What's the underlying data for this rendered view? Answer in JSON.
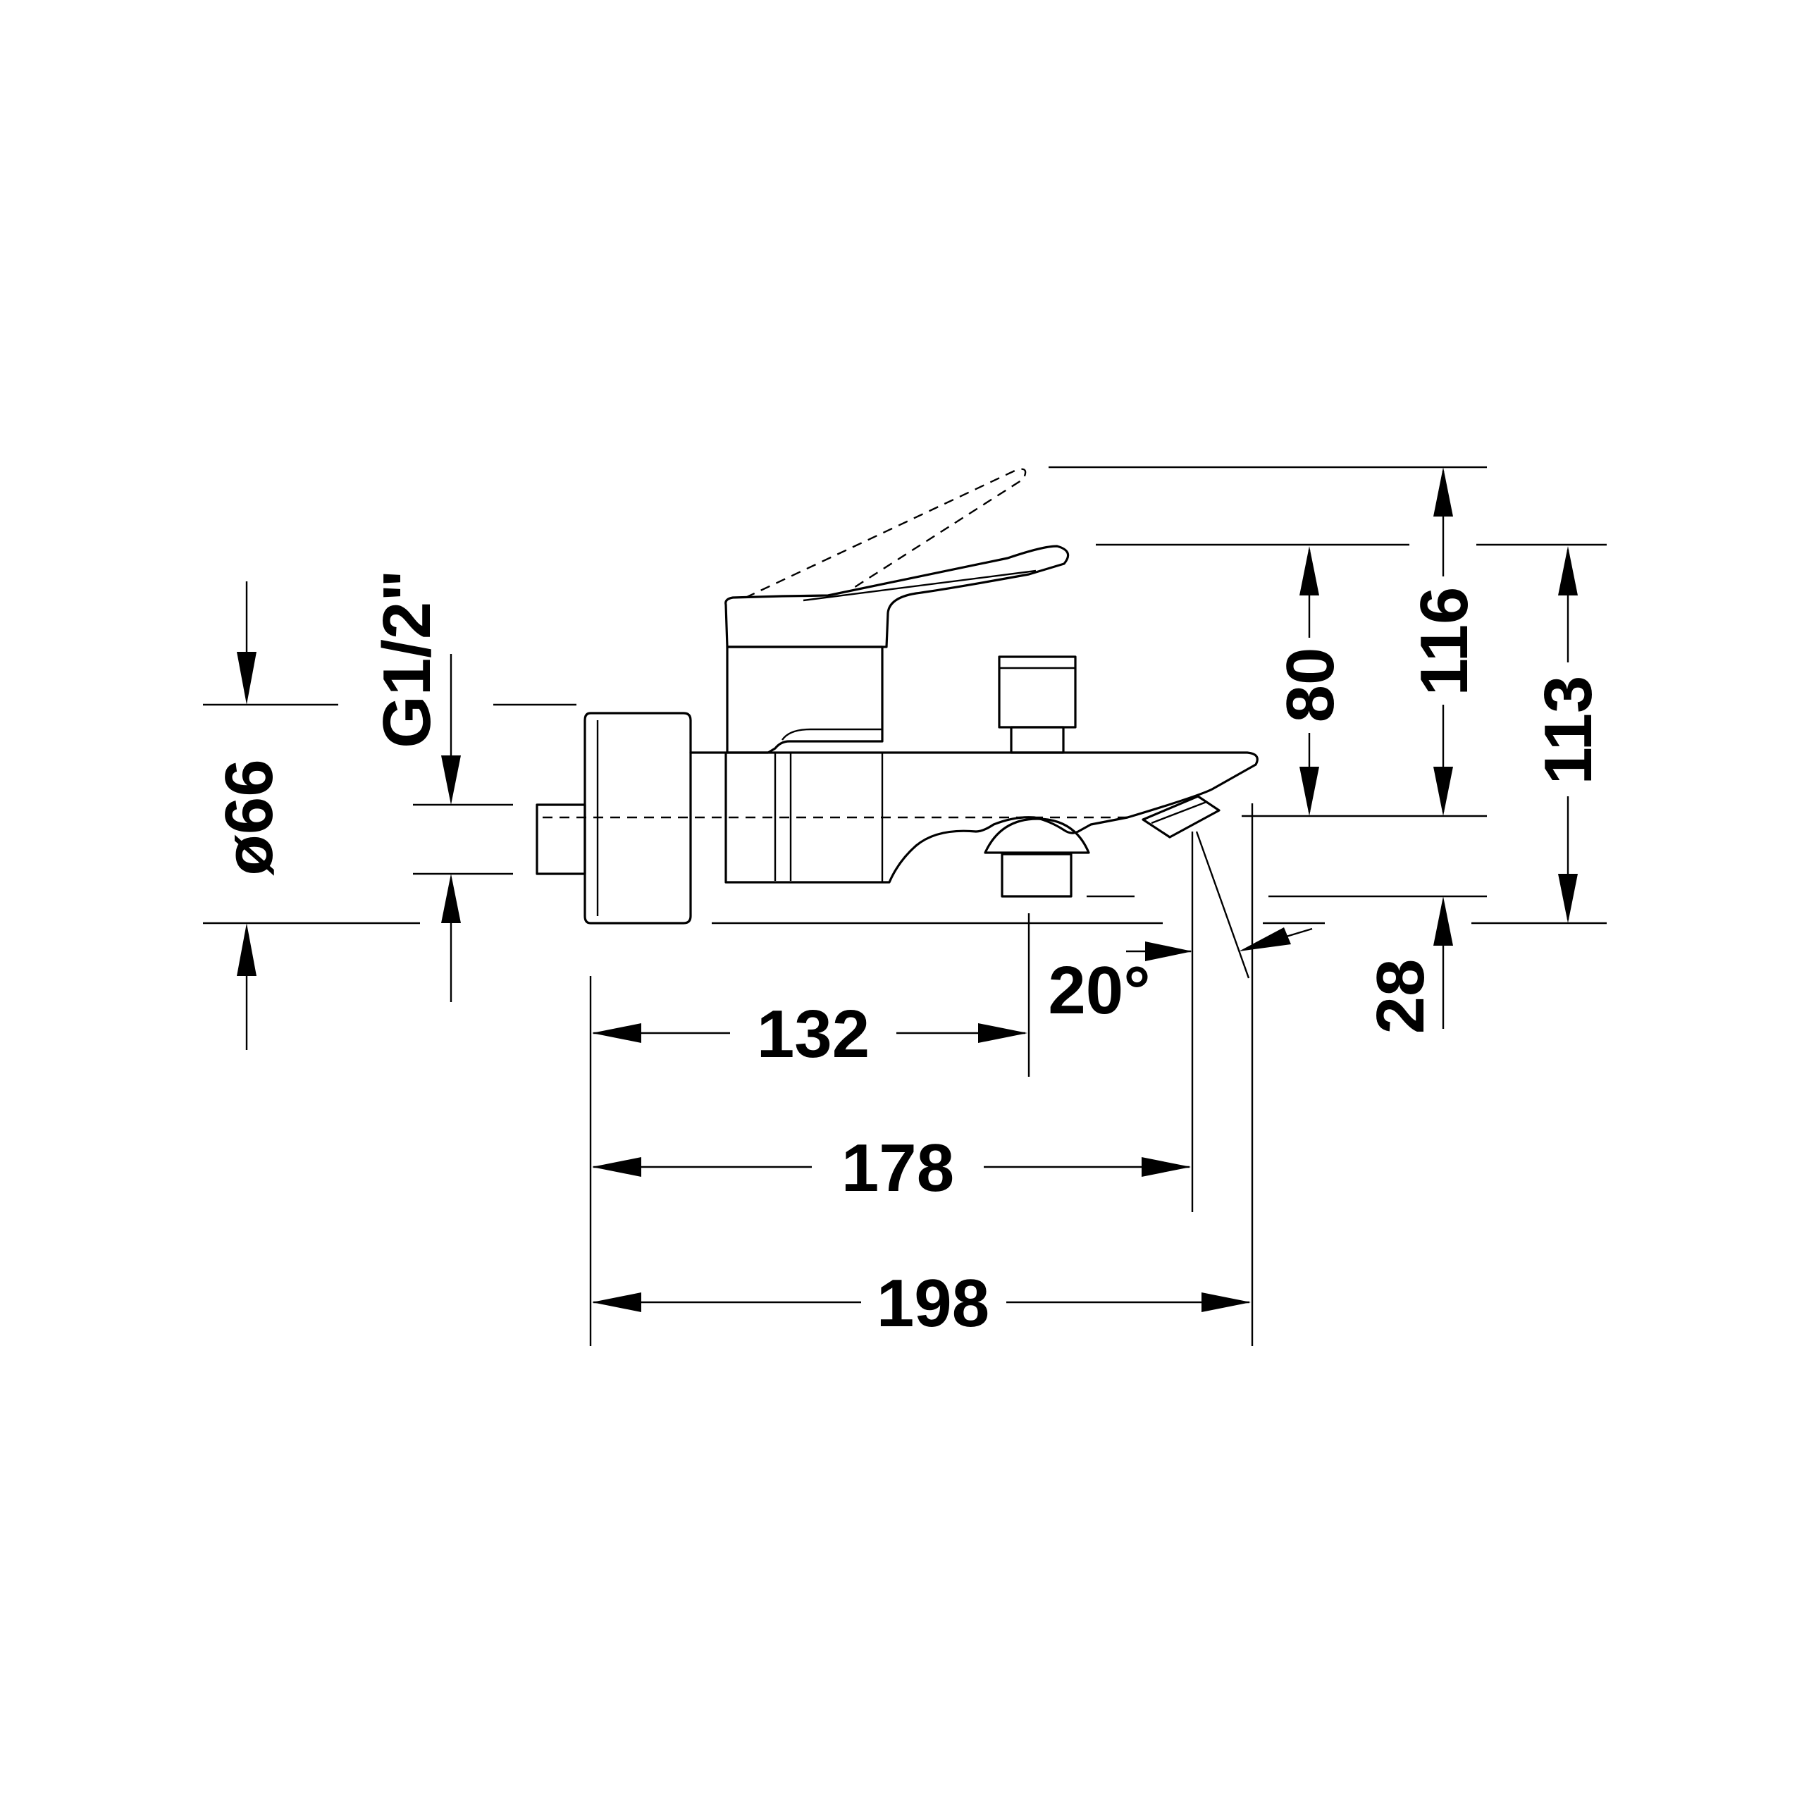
{
  "dimensions": {
    "diameter": "ø66",
    "thread": "G1/2\"",
    "len_132": "132",
    "len_178": "178",
    "len_198": "198",
    "h_80": "80",
    "h_116": "116",
    "h_113": "113",
    "h_28": "28",
    "angle": "20°"
  }
}
